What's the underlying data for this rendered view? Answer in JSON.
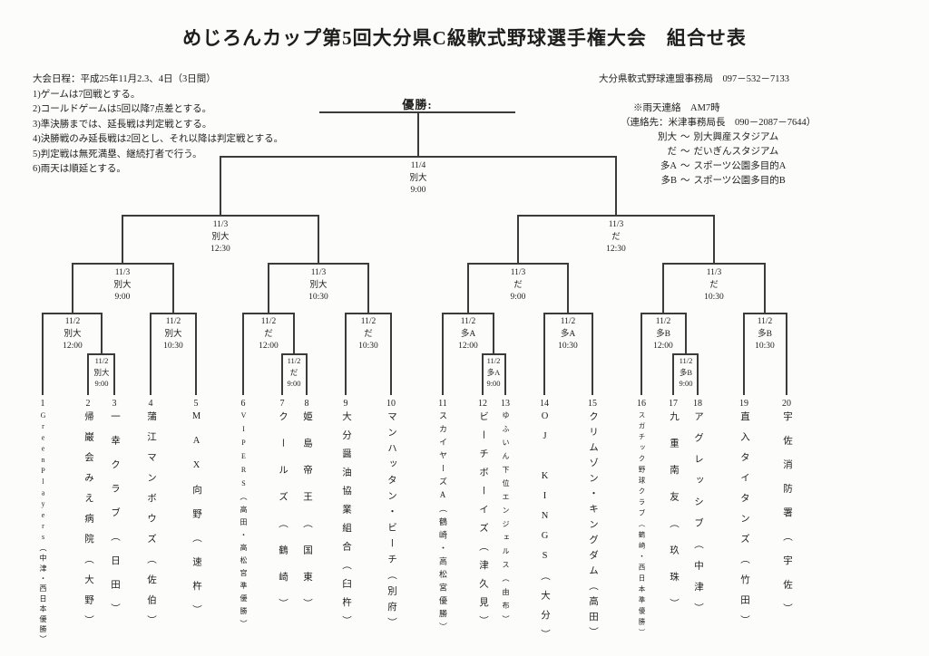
{
  "title": "めじろんカップ第5回大分県C級軟式野球選手権大会　組合せ表",
  "info_left": {
    "schedule": "大会日程：平成25年11月2.3、4日（3日間）",
    "rules": [
      "1)ゲームは7回戦とする。",
      "2)コールドゲームは5回以降7点差とする。",
      "3)準決勝までは、延長戦は判定戦とする。",
      "4)決勝戦のみ延長戦は2回とし、それ以降は判定戦とする。",
      "5)判定戦は無死満塁、継続打者で行う。",
      "6)雨天は順延とする。"
    ]
  },
  "info_right": {
    "office": "大分県軟式野球連盟事務局　097－532－7133",
    "rain_note": "※雨天連絡　AM7時",
    "rain_contact": "（連絡先：米津事務局長　090－2087－7644）",
    "venue_sep": "〜",
    "venues": [
      {
        "abbr": "別大",
        "name": "別大興産スタジアム"
      },
      {
        "abbr": "だ",
        "name": "だいぎんスタジアム"
      },
      {
        "abbr": "多A",
        "name": "スポーツ公園多目的A"
      },
      {
        "abbr": "多B",
        "name": "スポーツ公園多目的B"
      }
    ]
  },
  "champion": {
    "label": "優勝:"
  },
  "matches": {
    "final": {
      "date": "11/4",
      "venue": "別大",
      "time": "9:00"
    },
    "sf1": {
      "date": "11/3",
      "venue": "別大",
      "time": "12:30"
    },
    "sf2": {
      "date": "11/3",
      "venue": "だ",
      "time": "12:30"
    },
    "qf1": {
      "date": "11/3",
      "venue": "別大",
      "time": "9:00"
    },
    "qf2": {
      "date": "11/3",
      "venue": "別大",
      "time": "10:30"
    },
    "qf3": {
      "date": "11/3",
      "venue": "だ",
      "time": "9:00"
    },
    "qf4": {
      "date": "11/3",
      "venue": "だ",
      "time": "10:30"
    },
    "r1a": {
      "date": "11/2",
      "venue": "別大",
      "time": "12:00"
    },
    "r1b": {
      "date": "11/2",
      "venue": "別大",
      "time": "10:30"
    },
    "r1c": {
      "date": "11/2",
      "venue": "だ",
      "time": "12:00"
    },
    "r1d": {
      "date": "11/2",
      "venue": "だ",
      "time": "10:30"
    },
    "r1e": {
      "date": "11/2",
      "venue": "多A",
      "time": "12:00"
    },
    "r1f": {
      "date": "11/2",
      "venue": "多A",
      "time": "10:30"
    },
    "r1g": {
      "date": "11/2",
      "venue": "多B",
      "time": "12:00"
    },
    "r1h": {
      "date": "11/2",
      "venue": "多B",
      "time": "10:30"
    },
    "pi1": {
      "date": "11/2",
      "venue": "別大",
      "time": "9:00"
    },
    "pi2": {
      "date": "11/2",
      "venue": "だ",
      "time": "9:00"
    },
    "pi3": {
      "date": "11/2",
      "venue": "多A",
      "time": "9:00"
    },
    "pi4": {
      "date": "11/2",
      "venue": "多B",
      "time": "9:00"
    }
  },
  "teams": [
    {
      "no": "1",
      "name": "GreenPlayers",
      "note": "（中津・西日本優勝）"
    },
    {
      "no": "2",
      "name": "帰巌会みえ病院",
      "note": "（大野）"
    },
    {
      "no": "3",
      "name": "一幸クラブ",
      "note": "（日田）"
    },
    {
      "no": "4",
      "name": "蒲江マンボウズ",
      "note": "（佐伯）"
    },
    {
      "no": "5",
      "name": "MAX向野",
      "note": "（速杵）"
    },
    {
      "no": "6",
      "name": "VIPERS",
      "note": "（高田・高松宮準優勝）"
    },
    {
      "no": "7",
      "name": "クールズ",
      "note": "（鶴崎）"
    },
    {
      "no": "8",
      "name": "姫島帝王",
      "note": "（国東）"
    },
    {
      "no": "9",
      "name": "大分醤油協業組合",
      "note": "（臼杵）"
    },
    {
      "no": "10",
      "name": "マンハッタン・ビーチ",
      "note": "（別府）"
    },
    {
      "no": "11",
      "name": "スカイヤーズA",
      "note": "（鶴崎・高松宮優勝）"
    },
    {
      "no": "12",
      "name": "ビーチボーイズ",
      "note": "（津久見）"
    },
    {
      "no": "13",
      "name": "ゆふいん下位エンジェルス",
      "note": "（由布）"
    },
    {
      "no": "14",
      "name": "OJ KINGS",
      "note": "（大分）"
    },
    {
      "no": "15",
      "name": "クリムゾン・キングダム",
      "note": "（高田）"
    },
    {
      "no": "16",
      "name": "スガチック野球クラブ",
      "note": "（鶴崎・西日本準優勝）"
    },
    {
      "no": "17",
      "name": "九重南友",
      "note": "（玖珠）"
    },
    {
      "no": "18",
      "name": "アグレッシブ",
      "note": "（中津）"
    },
    {
      "no": "19",
      "name": "直入タイタンズ",
      "note": "（竹田）"
    },
    {
      "no": "20",
      "name": "宇佐消防署",
      "note": "（宇佐）"
    }
  ]
}
